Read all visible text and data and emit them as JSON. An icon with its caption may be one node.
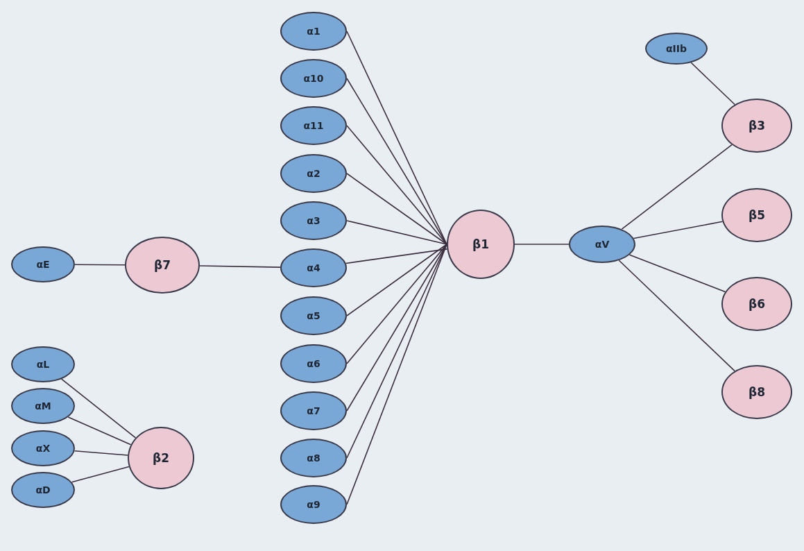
{
  "diagram": {
    "nodes": [
      {
        "text": [
          "αE"
        ]
      },
      {
        "text": [
          "β7"
        ]
      },
      {
        "text": [
          "αL"
        ]
      },
      {
        "text": [
          "αM"
        ]
      },
      {
        "text": [
          "αX"
        ]
      },
      {
        "text": [
          "αD"
        ]
      },
      {
        "text": [
          "β2"
        ]
      },
      {
        "text": [
          "α1"
        ]
      },
      {
        "text": [
          "α10"
        ]
      },
      {
        "text": [
          "α11"
        ]
      },
      {
        "text": [
          "α2"
        ]
      },
      {
        "text": [
          "α3"
        ]
      },
      {
        "text": [
          "α4"
        ]
      },
      {
        "text": [
          "α5"
        ]
      },
      {
        "text": [
          "α6"
        ]
      },
      {
        "text": [
          "α7"
        ]
      },
      {
        "text": [
          "α8"
        ]
      },
      {
        "text": [
          "α9"
        ]
      },
      {
        "text": [
          "β1"
        ]
      },
      {
        "text": [
          "αV"
        ]
      },
      {
        "text": [
          "αIIb"
        ]
      },
      {
        "text": [
          "β3"
        ]
      },
      {
        "text": [
          "β5"
        ]
      },
      {
        "text": [
          "β6"
        ]
      },
      {
        "text": [
          "β8"
        ]
      }
    ],
    "edges": [
      {
        "from": 0,
        "to": 1,
        "arrow": "none"
      },
      {
        "from": 1,
        "to": 12,
        "arrow": "none"
      },
      {
        "from": 2,
        "to": 6,
        "arrow": "none"
      },
      {
        "from": 3,
        "to": 6,
        "arrow": "none"
      },
      {
        "from": 4,
        "to": 6,
        "arrow": "none"
      },
      {
        "from": 5,
        "to": 6,
        "arrow": "none"
      },
      {
        "from": 7,
        "to": 18,
        "arrow": "none"
      },
      {
        "from": 8,
        "to": 18,
        "arrow": "none"
      },
      {
        "from": 9,
        "to": 18,
        "arrow": "none"
      },
      {
        "from": 10,
        "to": 18,
        "arrow": "none"
      },
      {
        "from": 11,
        "to": 18,
        "arrow": "none"
      },
      {
        "from": 12,
        "to": 18,
        "arrow": "none"
      },
      {
        "from": 13,
        "to": 18,
        "arrow": "none"
      },
      {
        "from": 14,
        "to": 18,
        "arrow": "none"
      },
      {
        "from": 15,
        "to": 18,
        "arrow": "none"
      },
      {
        "from": 16,
        "to": 18,
        "arrow": "none"
      },
      {
        "from": 17,
        "to": 18,
        "arrow": "none"
      },
      {
        "from": 18,
        "to": 19,
        "arrow": "none"
      },
      {
        "from": 20,
        "to": 21,
        "arrow": "none"
      },
      {
        "from": 19,
        "to": 21,
        "arrow": "none"
      },
      {
        "from": 19,
        "to": 22,
        "arrow": "none"
      },
      {
        "from": 19,
        "to": 23,
        "arrow": "none"
      },
      {
        "from": 19,
        "to": 24,
        "arrow": "none"
      }
    ]
  }
}
